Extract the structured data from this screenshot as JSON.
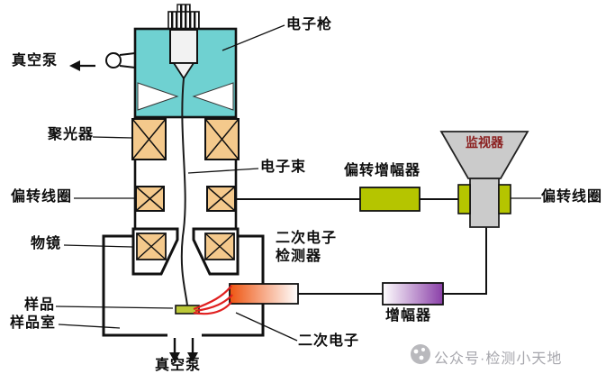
{
  "diagram": {
    "labels": {
      "electron_gun": "电子枪",
      "vacuum_pump_top": "真空泵",
      "condenser_lens": "聚光器",
      "electron_beam": "电子束",
      "deflection_coil_left": "偏转线圈",
      "objective_lens": "物镜",
      "sample": "样品",
      "sample_chamber": "样品室",
      "vacuum_pump_bottom": "真空泵",
      "deflection_amplifier": "偏转增幅器",
      "monitor": "监视器",
      "deflection_coil_right": "偏转线圈",
      "se_detector_line1": "二次电子",
      "se_detector_line2": "检测器",
      "amplifier": "增幅器",
      "secondary_electron": "二次电子"
    },
    "colors": {
      "gun_body": "#6fd1d1",
      "lens_coil": "#f4c98c",
      "green_box": "#b5c500",
      "monitor_body": "#cbcbcb",
      "monitor_label": "#8b2020",
      "detector_orange": "#ee5511",
      "amplifier_purple": "#8a3fa8",
      "sample_fill": "#bcc838",
      "secondary_electron_red": "#e01f1f",
      "background": "#ffffff"
    }
  },
  "watermark": {
    "logo": "dots-logo",
    "text": "公众号·检测小天地"
  }
}
